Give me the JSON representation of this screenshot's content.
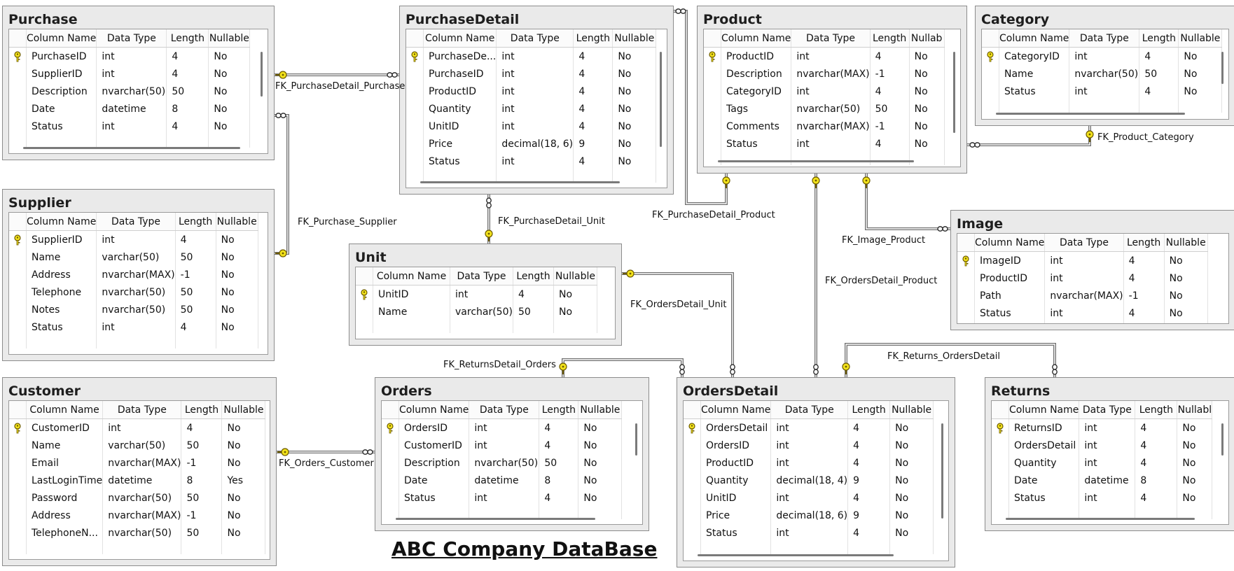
{
  "diagram_title": "ABC Company DataBase",
  "columns_header": {
    "name": "Column Name",
    "type": "Data Type",
    "length": "Length",
    "nullable": "Nullable"
  },
  "tables": [
    {
      "name": "Purchase",
      "rows": [
        {
          "name": "PurchaseID",
          "type": "int",
          "length": "4",
          "nullable": "No",
          "pk": true
        },
        {
          "name": "SupplierID",
          "type": "int",
          "length": "4",
          "nullable": "No"
        },
        {
          "name": "Description",
          "type": "nvarchar(50)",
          "length": "50",
          "nullable": "No"
        },
        {
          "name": "Date",
          "type": "datetime",
          "length": "8",
          "nullable": "No"
        },
        {
          "name": "Status",
          "type": "int",
          "length": "4",
          "nullable": "No"
        }
      ]
    },
    {
      "name": "PurchaseDetail",
      "rows": [
        {
          "name": "PurchaseDe...",
          "type": "int",
          "length": "4",
          "nullable": "No",
          "pk": true
        },
        {
          "name": "PurchaseID",
          "type": "int",
          "length": "4",
          "nullable": "No"
        },
        {
          "name": "ProductID",
          "type": "int",
          "length": "4",
          "nullable": "No"
        },
        {
          "name": "Quantity",
          "type": "int",
          "length": "4",
          "nullable": "No"
        },
        {
          "name": "UnitID",
          "type": "int",
          "length": "4",
          "nullable": "No"
        },
        {
          "name": "Price",
          "type": "decimal(18, 6)",
          "length": "9",
          "nullable": "No"
        },
        {
          "name": "Status",
          "type": "int",
          "length": "4",
          "nullable": "No"
        }
      ]
    },
    {
      "name": "Product",
      "nullable_header": "Nullab",
      "rows": [
        {
          "name": "ProductID",
          "type": "int",
          "length": "4",
          "nullable": "No",
          "pk": true
        },
        {
          "name": "Description",
          "type": "nvarchar(MAX)",
          "length": "-1",
          "nullable": "No"
        },
        {
          "name": "CategoryID",
          "type": "int",
          "length": "4",
          "nullable": "No"
        },
        {
          "name": "Tags",
          "type": "nvarchar(50)",
          "length": "50",
          "nullable": "No"
        },
        {
          "name": "Comments",
          "type": "nvarchar(MAX)",
          "length": "-1",
          "nullable": "No"
        },
        {
          "name": "Status",
          "type": "int",
          "length": "4",
          "nullable": "No"
        }
      ]
    },
    {
      "name": "Category",
      "rows": [
        {
          "name": "CategoryID",
          "type": "int",
          "length": "4",
          "nullable": "No",
          "pk": true
        },
        {
          "name": "Name",
          "type": "nvarchar(50)",
          "length": "50",
          "nullable": "No"
        },
        {
          "name": "Status",
          "type": "int",
          "length": "4",
          "nullable": "No"
        }
      ]
    },
    {
      "name": "Supplier",
      "rows": [
        {
          "name": "SupplierID",
          "type": "int",
          "length": "4",
          "nullable": "No",
          "pk": true
        },
        {
          "name": "Name",
          "type": "varchar(50)",
          "length": "50",
          "nullable": "No"
        },
        {
          "name": "Address",
          "type": "nvarchar(MAX)",
          "length": "-1",
          "nullable": "No"
        },
        {
          "name": "Telephone",
          "type": "nvarchar(50)",
          "length": "50",
          "nullable": "No"
        },
        {
          "name": "Notes",
          "type": "nvarchar(50)",
          "length": "50",
          "nullable": "No"
        },
        {
          "name": "Status",
          "type": "int",
          "length": "4",
          "nullable": "No"
        }
      ]
    },
    {
      "name": "Unit",
      "rows": [
        {
          "name": "UnitID",
          "type": "int",
          "length": "4",
          "nullable": "No",
          "pk": true
        },
        {
          "name": "Name",
          "type": "varchar(50)",
          "length": "50",
          "nullable": "No"
        }
      ]
    },
    {
      "name": "Image",
      "rows": [
        {
          "name": "ImageID",
          "type": "int",
          "length": "4",
          "nullable": "No",
          "pk": true
        },
        {
          "name": "ProductID",
          "type": "int",
          "length": "4",
          "nullable": "No"
        },
        {
          "name": "Path",
          "type": "nvarchar(MAX)",
          "length": "-1",
          "nullable": "No"
        },
        {
          "name": "Status",
          "type": "int",
          "length": "4",
          "nullable": "No"
        }
      ]
    },
    {
      "name": "Customer",
      "rows": [
        {
          "name": "CustomerID",
          "type": "int",
          "length": "4",
          "nullable": "No",
          "pk": true
        },
        {
          "name": "Name",
          "type": "varchar(50)",
          "length": "50",
          "nullable": "No"
        },
        {
          "name": "Email",
          "type": "nvarchar(MAX)",
          "length": "-1",
          "nullable": "No"
        },
        {
          "name": "LastLoginTime",
          "type": "datetime",
          "length": "8",
          "nullable": "Yes"
        },
        {
          "name": "Password",
          "type": "nvarchar(50)",
          "length": "50",
          "nullable": "No"
        },
        {
          "name": "Address",
          "type": "nvarchar(MAX)",
          "length": "-1",
          "nullable": "No"
        },
        {
          "name": "TelephoneN...",
          "type": "nvarchar(50)",
          "length": "50",
          "nullable": "No"
        }
      ]
    },
    {
      "name": "Orders",
      "rows": [
        {
          "name": "OrdersID",
          "type": "int",
          "length": "4",
          "nullable": "No",
          "pk": true
        },
        {
          "name": "CustomerID",
          "type": "int",
          "length": "4",
          "nullable": "No"
        },
        {
          "name": "Description",
          "type": "nvarchar(50)",
          "length": "50",
          "nullable": "No"
        },
        {
          "name": "Date",
          "type": "datetime",
          "length": "8",
          "nullable": "No"
        },
        {
          "name": "Status",
          "type": "int",
          "length": "4",
          "nullable": "No"
        }
      ]
    },
    {
      "name": "OrdersDetail",
      "rows": [
        {
          "name": "OrdersDetail",
          "type": "int",
          "length": "4",
          "nullable": "No",
          "pk": true
        },
        {
          "name": "OrdersID",
          "type": "int",
          "length": "4",
          "nullable": "No"
        },
        {
          "name": "ProductID",
          "type": "int",
          "length": "4",
          "nullable": "No"
        },
        {
          "name": "Quantity",
          "type": "decimal(18, 4)",
          "length": "9",
          "nullable": "No"
        },
        {
          "name": "UnitID",
          "type": "int",
          "length": "4",
          "nullable": "No"
        },
        {
          "name": "Price",
          "type": "decimal(18, 6)",
          "length": "9",
          "nullable": "No"
        },
        {
          "name": "Status",
          "type": "int",
          "length": "4",
          "nullable": "No"
        }
      ]
    },
    {
      "name": "Returns",
      "nullable_header": "Nullabl",
      "rows": [
        {
          "name": "ReturnsID",
          "type": "int",
          "length": "4",
          "nullable": "No",
          "pk": true
        },
        {
          "name": "OrdersDetail",
          "type": "int",
          "length": "4",
          "nullable": "No"
        },
        {
          "name": "Quantity",
          "type": "int",
          "length": "4",
          "nullable": "No"
        },
        {
          "name": "Date",
          "type": "datetime",
          "length": "8",
          "nullable": "No"
        },
        {
          "name": "Status",
          "type": "int",
          "length": "4",
          "nullable": "No"
        }
      ]
    }
  ],
  "relationships": [
    {
      "name": "FK_PurchaseDetail_Purchase"
    },
    {
      "name": "FK_Purchase_Supplier"
    },
    {
      "name": "FK_PurchaseDetail_Unit"
    },
    {
      "name": "FK_PurchaseDetail_Product"
    },
    {
      "name": "FK_Product_Category"
    },
    {
      "name": "FK_Image_Product"
    },
    {
      "name": "FK_OrdersDetail_Product"
    },
    {
      "name": "FK_OrdersDetail_Unit"
    },
    {
      "name": "FK_ReturnsDetail_Orders"
    },
    {
      "name": "FK_Returns_OrdersDetail"
    },
    {
      "name": "FK_Orders_Customer"
    }
  ],
  "colors": {
    "key_icon": "#f2e21b",
    "line": "#707070",
    "panel": "#eaeaea"
  },
  "icons": {
    "primary_key": "key-icon",
    "fk_one_end": "key-icon",
    "fk_many_end": "infinity-icon"
  }
}
